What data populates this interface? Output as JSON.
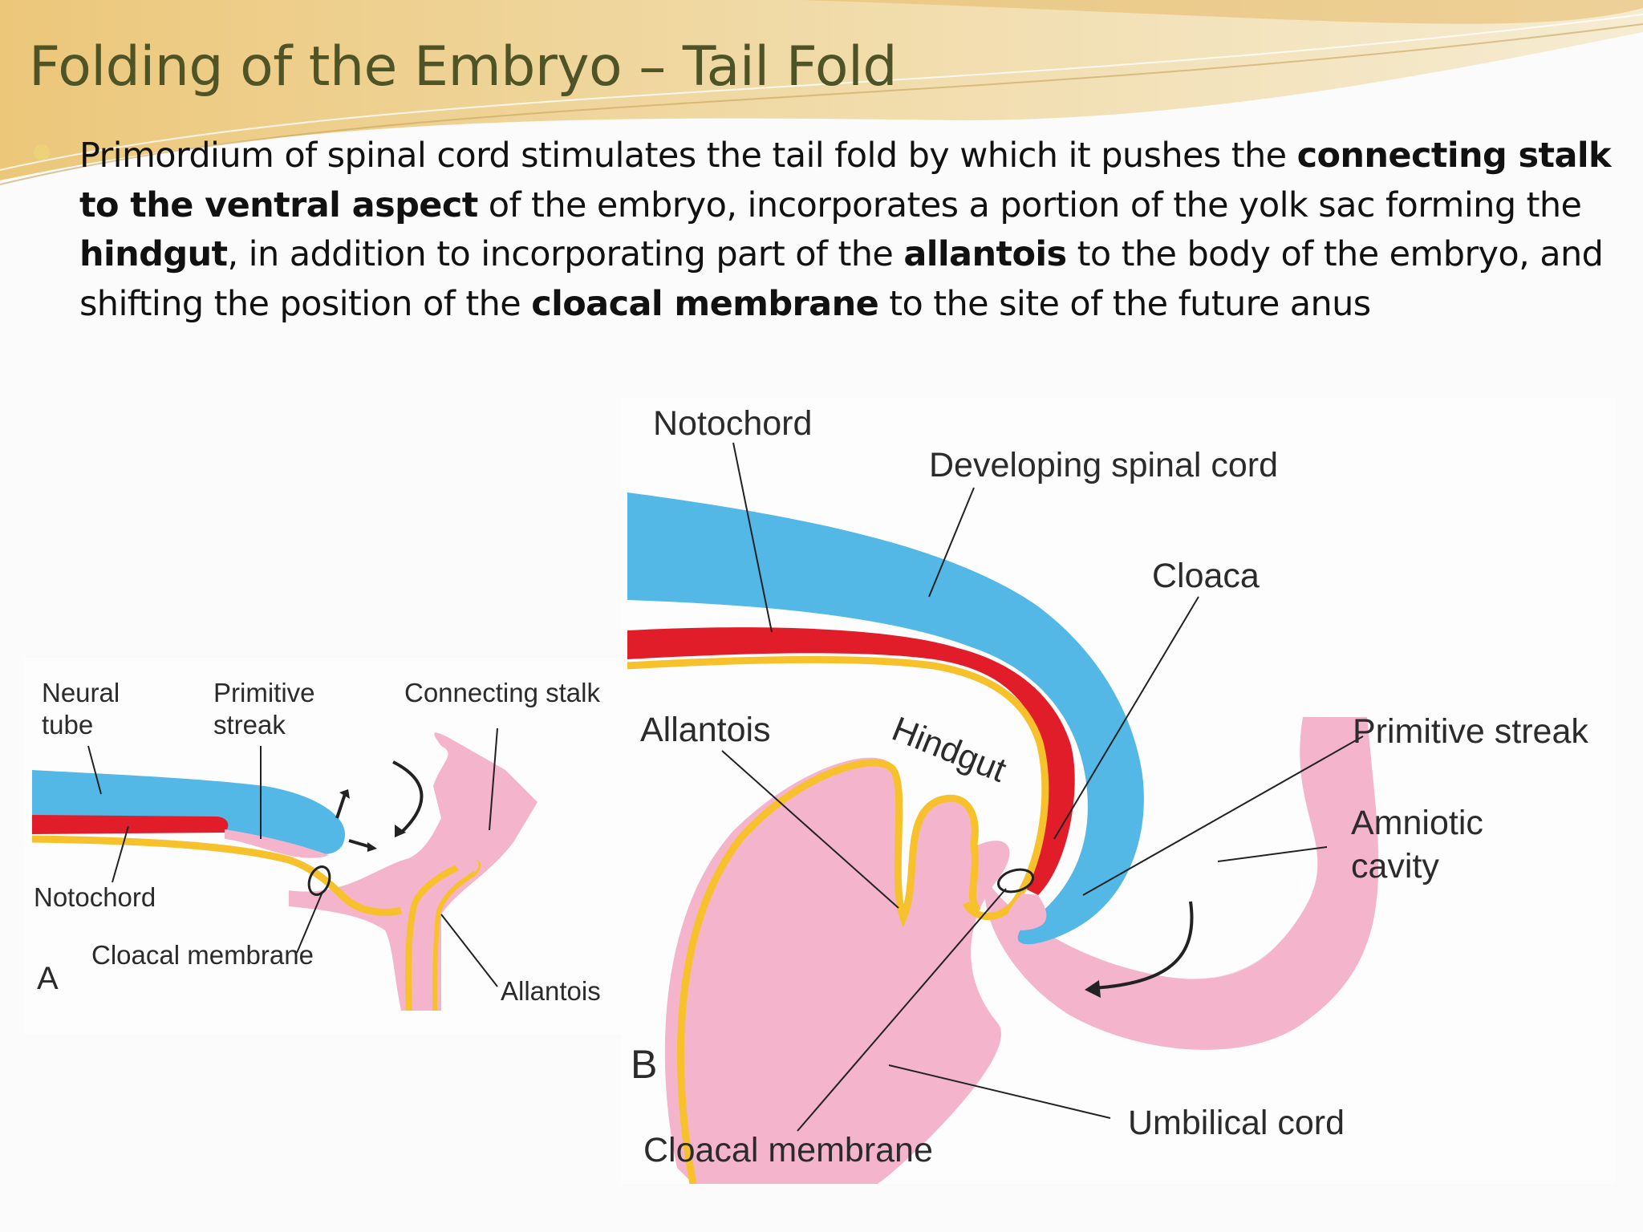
{
  "slide": {
    "title": "Folding of the Embryo – Tail Fold",
    "bullet": {
      "t1": "Primordium of spinal cord stimulates the tail fold by which it pushes the ",
      "b1": "connecting stalk to the ventral aspect",
      "t2": " of the embryo, incorporates a portion of the yolk sac forming the ",
      "b2": "hindgut",
      "t3": ", in addition to incorporating part of the ",
      "b3": "allantois",
      "t4": " to the body of the embryo, and shifting the position of the ",
      "b4": "cloacal membrane",
      "t5": " to the site of the future anus"
    }
  },
  "figure_a": {
    "panel_letter": "A",
    "labels": {
      "neural_tube_1": "Neural",
      "neural_tube_2": "tube",
      "primitive_streak_1": "Primitive",
      "primitive_streak_2": "streak",
      "connecting_stalk": "Connecting stalk",
      "notochord": "Notochord",
      "cloacal_membrane": "Cloacal membrane",
      "allantois": "Allantois"
    }
  },
  "figure_b": {
    "panel_letter": "B",
    "labels": {
      "notochord": "Notochord",
      "developing_spinal_cord": "Developing spinal cord",
      "cloaca": "Cloaca",
      "allantois": "Allantois",
      "hindgut": "Hindgut",
      "primitive_streak": "Primitive streak",
      "amniotic_cavity_1": "Amniotic",
      "amniotic_cavity_2": "cavity",
      "umbilical_cord": "Umbilical cord",
      "cloacal_membrane": "Cloacal membrane"
    }
  },
  "colors": {
    "neural_tube": "#54b8e6",
    "notochord": "#e21d2a",
    "endoderm": "#f7c12c",
    "mesoderm": "#f4b4cc",
    "title": "#4e5426"
  }
}
